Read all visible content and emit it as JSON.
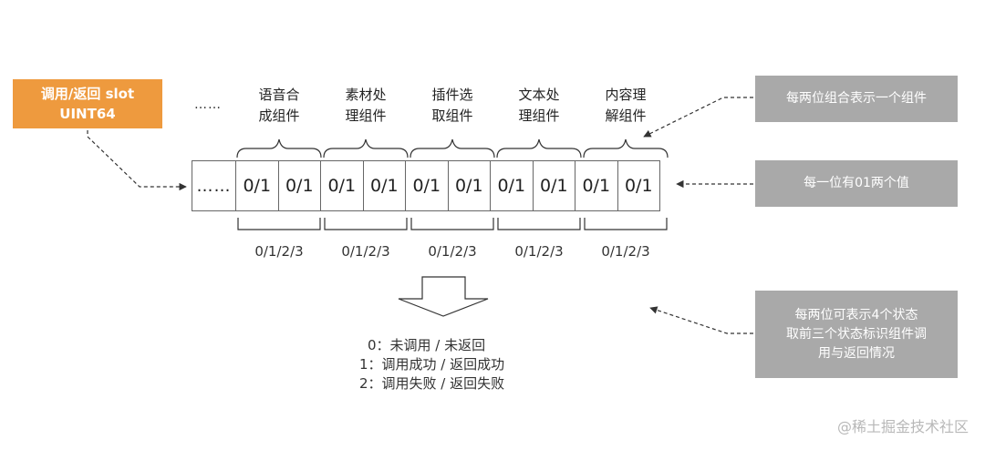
{
  "slot_box": {
    "line1": "调用/返回 slot",
    "line2": "UINT64"
  },
  "ellipsis_top": "……",
  "ellipsis_cell": "……",
  "components": [
    {
      "line1": "语音合",
      "line2": "成组件"
    },
    {
      "line1": "素材处",
      "line2": "理组件"
    },
    {
      "line1": "插件选",
      "line2": "取组件"
    },
    {
      "line1": "文本处",
      "line2": "理组件"
    },
    {
      "line1": "内容理",
      "line2": "解组件"
    }
  ],
  "bit_value": "0/1",
  "range_label": "0/1/2/3",
  "notes": {
    "two_bits": "每两位组合表示一个组件",
    "one_bit": "每一位有01两个值",
    "states": {
      "line1": "每两位可表示4个状态",
      "line2": "取前三个状态标识组件调",
      "line3": "用与返回情况"
    }
  },
  "legend": [
    "0：未调用 / 未返回",
    "1：调用成功 / 返回成功",
    "2：调用失败 / 返回失败"
  ],
  "watermark": "@稀土掘金技术社区",
  "colors": {
    "orange": "#ee9a3e",
    "gray_box": "#a9a9a9"
  }
}
